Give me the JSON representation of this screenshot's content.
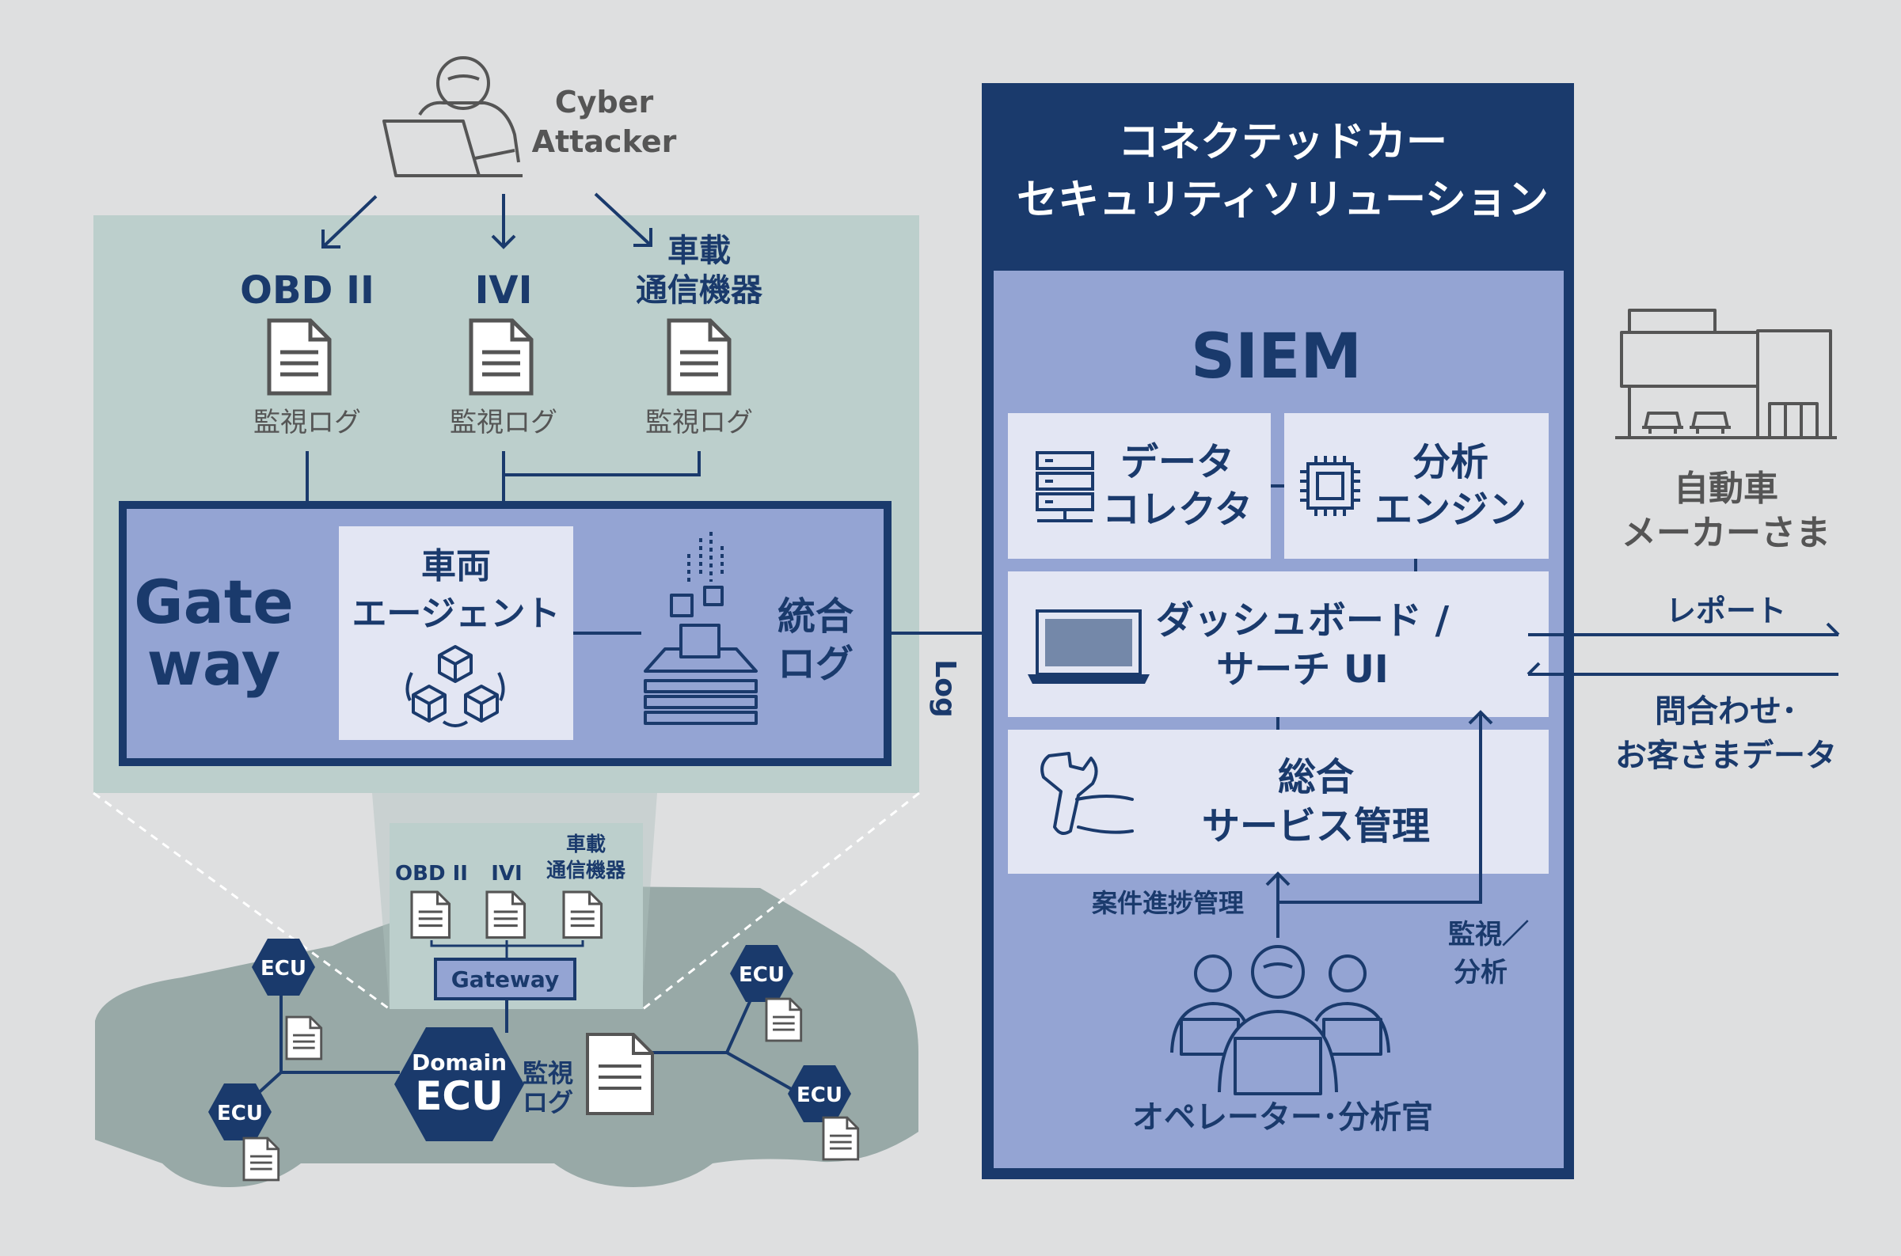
{
  "attacker": {
    "line1": "Cyber",
    "line2": "Attacker"
  },
  "vehicle_zoom": {
    "entry_points": [
      {
        "label_lines": [
          "OBD II"
        ],
        "log": "監視ログ"
      },
      {
        "label_lines": [
          "IVI"
        ],
        "log": "監視ログ"
      },
      {
        "label_lines": [
          "車載",
          "通信機器"
        ],
        "log": "監視ログ"
      }
    ],
    "gateway": {
      "label_lines": [
        "Gate",
        "way"
      ],
      "agent_lines": [
        "車両",
        "エージェント"
      ],
      "integrated_log_lines": [
        "統合",
        "ログ"
      ]
    }
  },
  "log_label": "Log",
  "car": {
    "mini_labels": [
      "OBD II",
      "IVI"
    ],
    "mini_label_3_lines": [
      "車載",
      "通信機器"
    ],
    "gateway": "Gateway",
    "ecu": "ECU",
    "domain_ecu_line1": "Domain",
    "domain_ecu_line2": "ECU",
    "monitor_log_lines": [
      "監視",
      "ログ"
    ]
  },
  "solution": {
    "title_line1": "コネクテッドカー",
    "title_line2": "セキュリティソリューション",
    "siem": "SIEM",
    "data_collector_lines": [
      "データ",
      "コレクタ"
    ],
    "analysis_engine_lines": [
      "分析",
      "エンジン"
    ],
    "dashboard_lines": [
      "ダッシュボード /",
      "サーチ UI"
    ],
    "service_mgmt_lines": [
      "総合",
      "サービス管理"
    ],
    "case_progress": "案件進捗管理",
    "monitor_analysis_lines": [
      "監視／",
      "分析"
    ],
    "operators": "オペレーター･分析官"
  },
  "manufacturer": {
    "name_lines": [
      "自動車",
      "メーカーさま"
    ],
    "report": "レポート",
    "inquiry_lines": [
      "問合わせ･",
      "お客さまデータ"
    ]
  },
  "colors": {
    "navy": "#1a3a6c",
    "siem_blue": "#94a4d3",
    "box_light": "#e3e6f3",
    "zoom_panel": "#bccfcc",
    "car_body": "#98a9a7",
    "background": "#dedfe0"
  }
}
